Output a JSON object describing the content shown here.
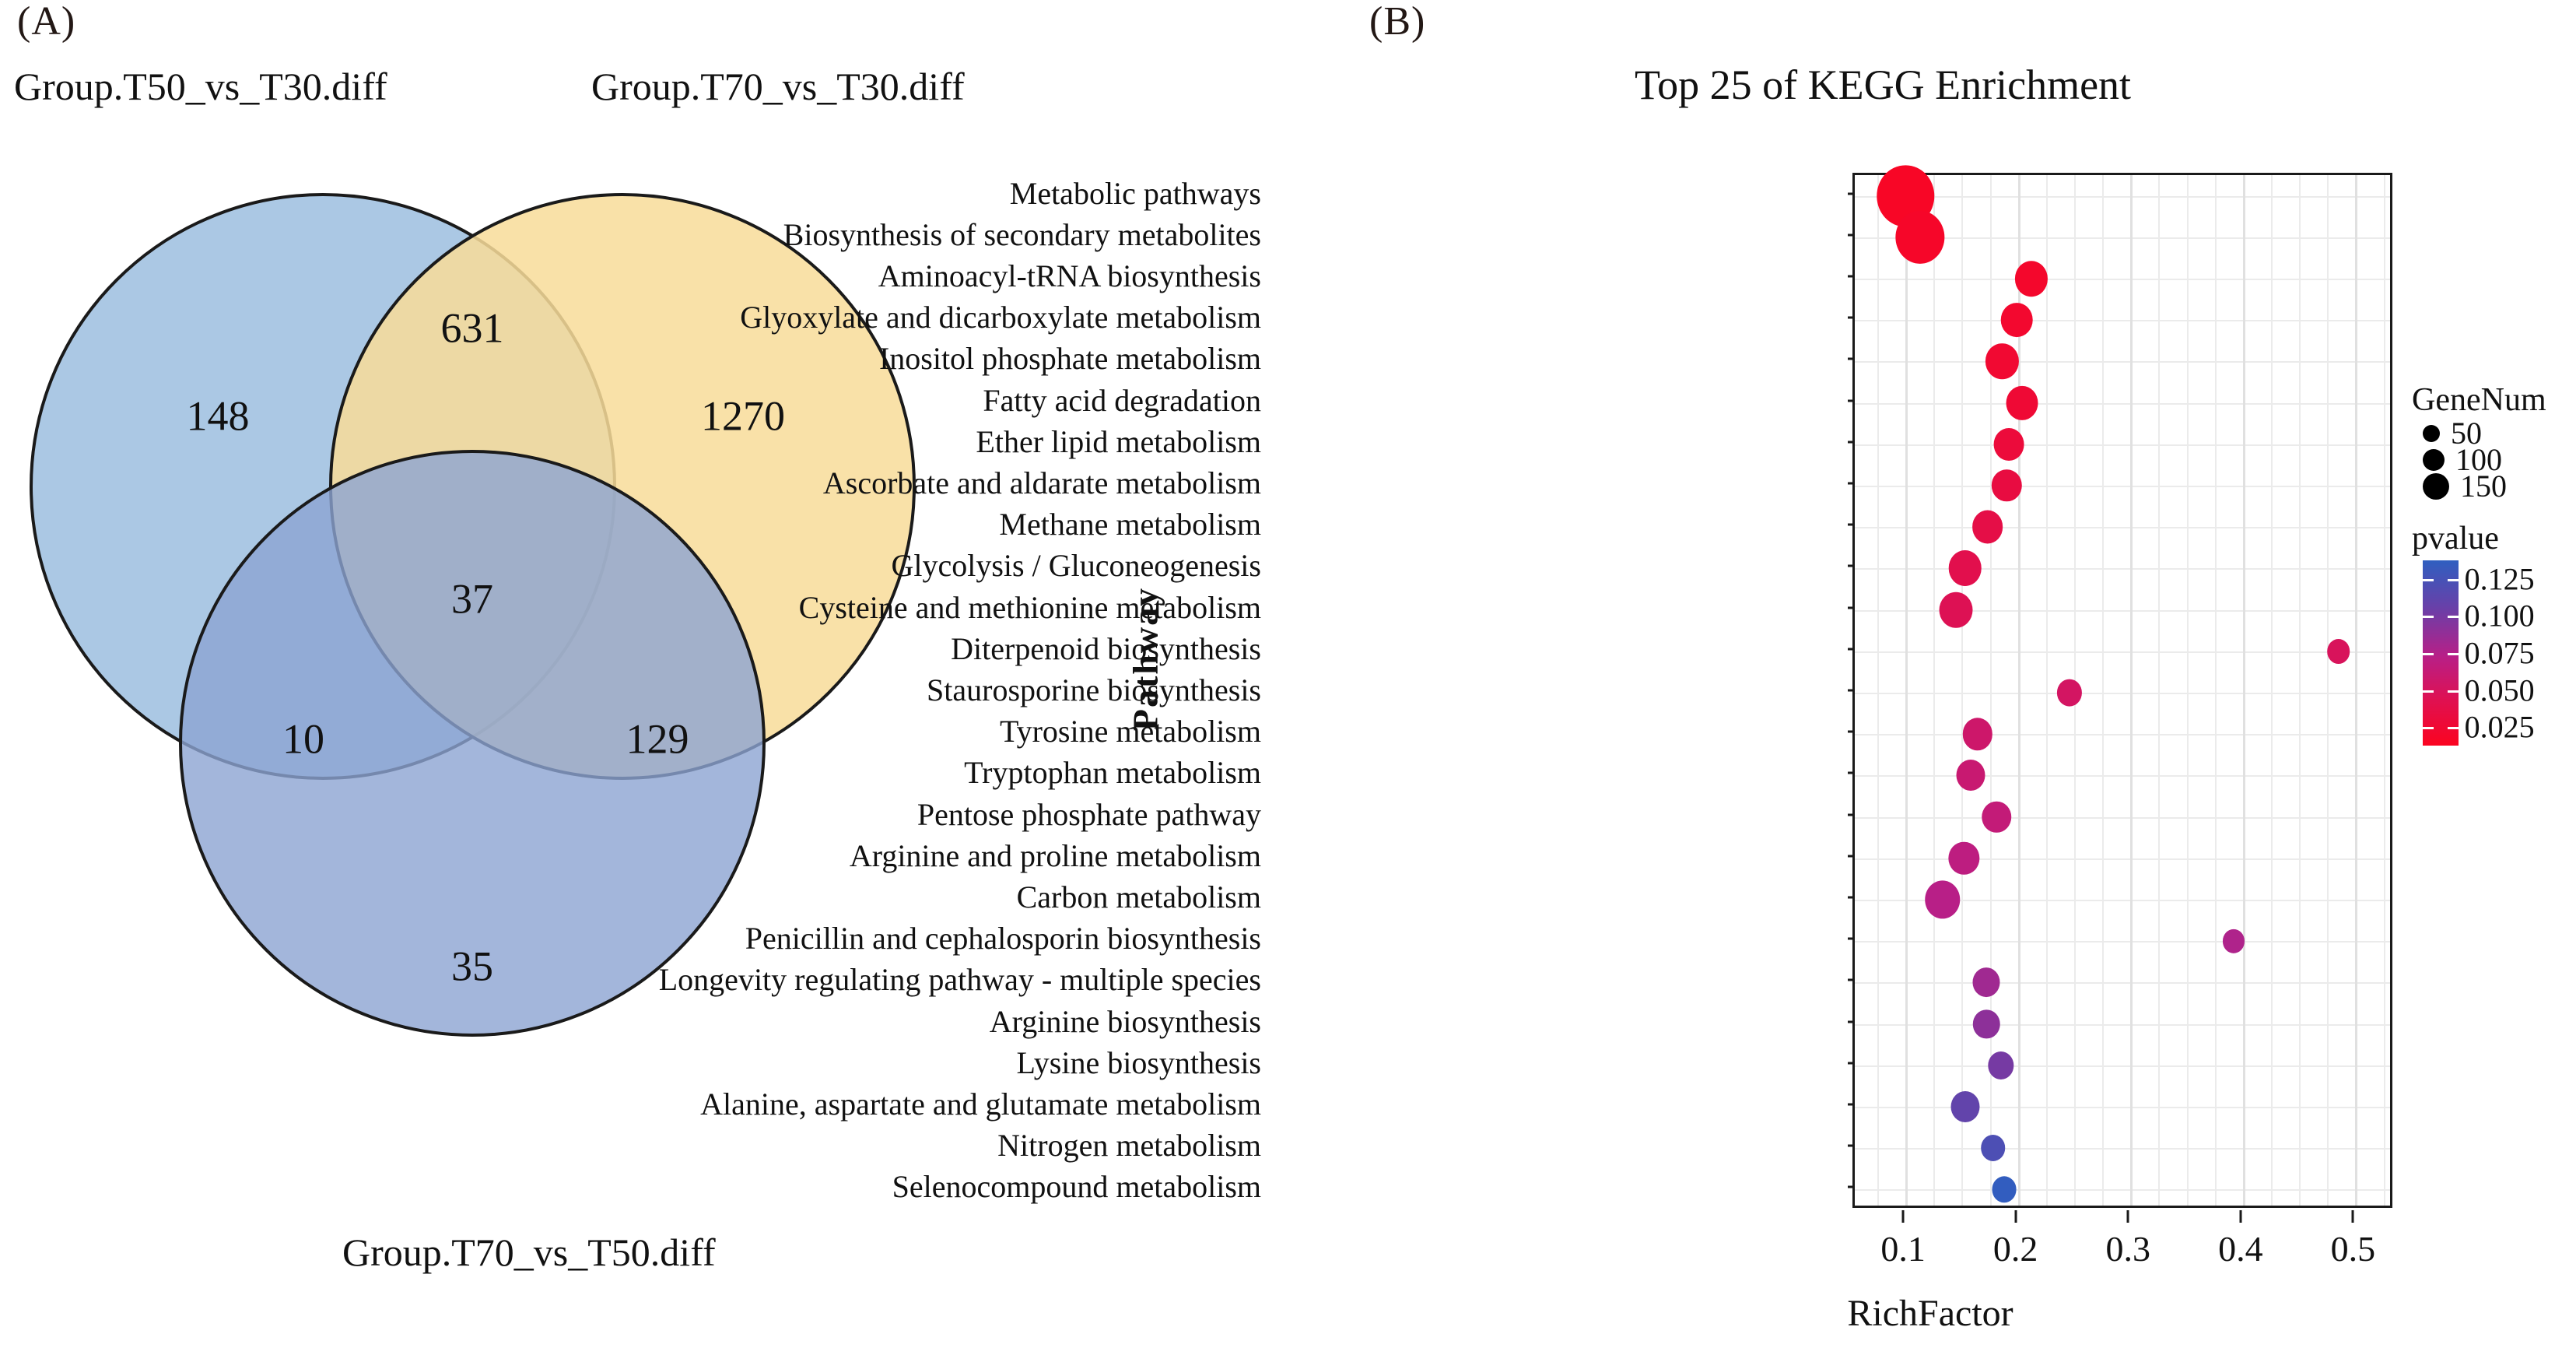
{
  "panels": {
    "a_label": "(A)",
    "b_label": "(B)"
  },
  "venn": {
    "title_left": "Group.T50_vs_T30.diff",
    "title_right": "Group.T70_vs_T30.diff",
    "title_bottom": "Group.T70_vs_T50.diff",
    "colors": {
      "set_left": "#9DBFDF",
      "set_right": "#F8DC9A",
      "set_bottom": "#8CA4D2",
      "outline": "#1a1a1a"
    },
    "counts": {
      "left_only": "148",
      "right_only": "1270",
      "bottom_only": "35",
      "left_right": "631",
      "left_bottom": "10",
      "right_bottom": "129",
      "all_three": "37"
    }
  },
  "chart_data": {
    "type": "scatter",
    "title": "Top 25 of KEGG Enrichment",
    "xlabel": "RichFactor",
    "ylabel": "Pathway",
    "xlim": [
      0.055,
      0.535
    ],
    "xticks": [
      0.1,
      0.2,
      0.3,
      0.4,
      0.5
    ],
    "xtick_labels": [
      "0.1",
      "0.2",
      "0.3",
      "0.4",
      "0.5"
    ],
    "grid": true,
    "legend_position": "right",
    "categories": [
      "Metabolic pathways",
      "Biosynthesis of secondary metabolites",
      "Aminoacyl-tRNA biosynthesis",
      "Glyoxylate and dicarboxylate metabolism",
      "Inositol phosphate metabolism",
      "Fatty acid degradation",
      "Ether lipid metabolism",
      "Ascorbate and aldarate metabolism",
      "Methane metabolism",
      "Glycolysis / Gluconeogenesis",
      "Cysteine and methionine metabolism",
      "Diterpenoid biosynthesis",
      "Staurosporine biosynthesis",
      "Tyrosine metabolism",
      "Tryptophan metabolism",
      "Pentose phosphate pathway",
      "Arginine and proline metabolism",
      "Carbon metabolism",
      "Penicillin and cephalosporin biosynthesis",
      "Longevity regulating pathway - multiple species",
      "Arginine biosynthesis",
      "Lysine biosynthesis",
      "Alanine, aspartate and glutamate metabolism",
      "Nitrogen metabolism",
      "Selenocompound metabolism"
    ],
    "points": [
      {
        "pathway": "Metabolic pathways",
        "richfactor": 0.1,
        "genenum": 160,
        "pvalue": 0.004
      },
      {
        "pathway": "Biosynthesis of secondary metabolites",
        "richfactor": 0.113,
        "genenum": 110,
        "pvalue": 0.006
      },
      {
        "pathway": "Aminoacyl-tRNA biosynthesis",
        "richfactor": 0.212,
        "genenum": 36,
        "pvalue": 0.008
      },
      {
        "pathway": "Glyoxylate and dicarboxylate metabolism",
        "richfactor": 0.199,
        "genenum": 32,
        "pvalue": 0.01
      },
      {
        "pathway": "Inositol phosphate metabolism",
        "richfactor": 0.186,
        "genenum": 36,
        "pvalue": 0.012
      },
      {
        "pathway": "Fatty acid degradation",
        "richfactor": 0.204,
        "genenum": 33,
        "pvalue": 0.014
      },
      {
        "pathway": "Ether lipid metabolism",
        "richfactor": 0.192,
        "genenum": 28,
        "pvalue": 0.018
      },
      {
        "pathway": "Ascorbate and aldarate metabolism",
        "richfactor": 0.19,
        "genenum": 27,
        "pvalue": 0.022
      },
      {
        "pathway": "Methane metabolism",
        "richfactor": 0.173,
        "genenum": 30,
        "pvalue": 0.026
      },
      {
        "pathway": "Glycolysis / Gluconeogenesis",
        "richfactor": 0.153,
        "genenum": 37,
        "pvalue": 0.03
      },
      {
        "pathway": "Cysteine and methionine metabolism",
        "richfactor": 0.145,
        "genenum": 38,
        "pvalue": 0.034
      },
      {
        "pathway": "Diterpenoid biosynthesis",
        "richfactor": 0.485,
        "genenum": 11,
        "pvalue": 0.038
      },
      {
        "pathway": "Staurosporine biosynthesis",
        "richfactor": 0.246,
        "genenum": 15,
        "pvalue": 0.042
      },
      {
        "pathway": "Tyrosine metabolism",
        "richfactor": 0.164,
        "genenum": 27,
        "pvalue": 0.046
      },
      {
        "pathway": "Tryptophan metabolism",
        "richfactor": 0.158,
        "genenum": 24,
        "pvalue": 0.05
      },
      {
        "pathway": "Pentose phosphate pathway",
        "richfactor": 0.181,
        "genenum": 25,
        "pvalue": 0.054
      },
      {
        "pathway": "Arginine and proline metabolism",
        "richfactor": 0.152,
        "genenum": 29,
        "pvalue": 0.058
      },
      {
        "pathway": "Carbon metabolism",
        "richfactor": 0.133,
        "genenum": 45,
        "pvalue": 0.062
      },
      {
        "pathway": "Penicillin and cephalosporin biosynthesis",
        "richfactor": 0.392,
        "genenum": 9,
        "pvalue": 0.066
      },
      {
        "pathway": "Longevity regulating pathway - multiple species",
        "richfactor": 0.172,
        "genenum": 20,
        "pvalue": 0.072
      },
      {
        "pathway": "Arginine biosynthesis",
        "richfactor": 0.172,
        "genenum": 19,
        "pvalue": 0.08
      },
      {
        "pathway": "Lysine biosynthesis",
        "richfactor": 0.185,
        "genenum": 17,
        "pvalue": 0.09
      },
      {
        "pathway": "Alanine, aspartate and glutamate metabolism",
        "richfactor": 0.153,
        "genenum": 24,
        "pvalue": 0.1
      },
      {
        "pathway": "Nitrogen metabolism",
        "richfactor": 0.178,
        "genenum": 14,
        "pvalue": 0.112
      },
      {
        "pathway": "Selenocompound metabolism",
        "richfactor": 0.188,
        "genenum": 13,
        "pvalue": 0.128
      }
    ],
    "legend": {
      "size_title": "GeneNum",
      "size_values": [
        "50",
        "100",
        "150"
      ],
      "color_title": "pvalue",
      "color_ticks": [
        "0.125",
        "0.100",
        "0.075",
        "0.050",
        "0.025"
      ],
      "color_low": "#fb0420",
      "color_high": "#2f5fc0"
    }
  }
}
